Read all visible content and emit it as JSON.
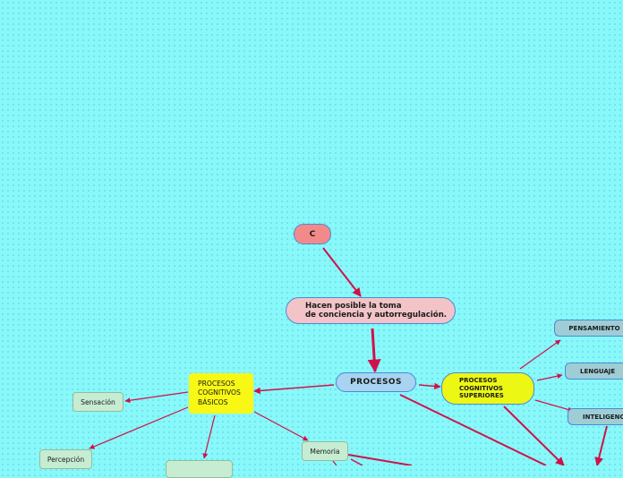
{
  "colors": {
    "background": "#88f8fa",
    "edge": "#d0124a",
    "node_border": "#4a8bd6"
  },
  "nodes": {
    "c": {
      "label": "C"
    },
    "hacen": {
      "line1": "Hacen posible la toma",
      "line2": "de conciencia y autorregulación."
    },
    "procesos": {
      "label": "PROCESOS"
    },
    "superiores": {
      "line1": "PROCESOS",
      "line2": "COGNITIVOS",
      "line3": "SUPERIORES"
    },
    "basicos": {
      "line1": "PROCESOS",
      "line2": "COGNITIVOS",
      "line3": "BÁSICOS"
    },
    "pensamiento": {
      "label": "PENSAMIENTO"
    },
    "lenguaje": {
      "label": "LENGUAJE"
    },
    "inteligencia": {
      "label": "INTELIGENCIA"
    },
    "sensacion": {
      "label": "Sensación"
    },
    "memoria": {
      "label": "Memoria"
    },
    "percepcion": {
      "label": "Percepción"
    },
    "atencion": {
      "label": ""
    }
  }
}
